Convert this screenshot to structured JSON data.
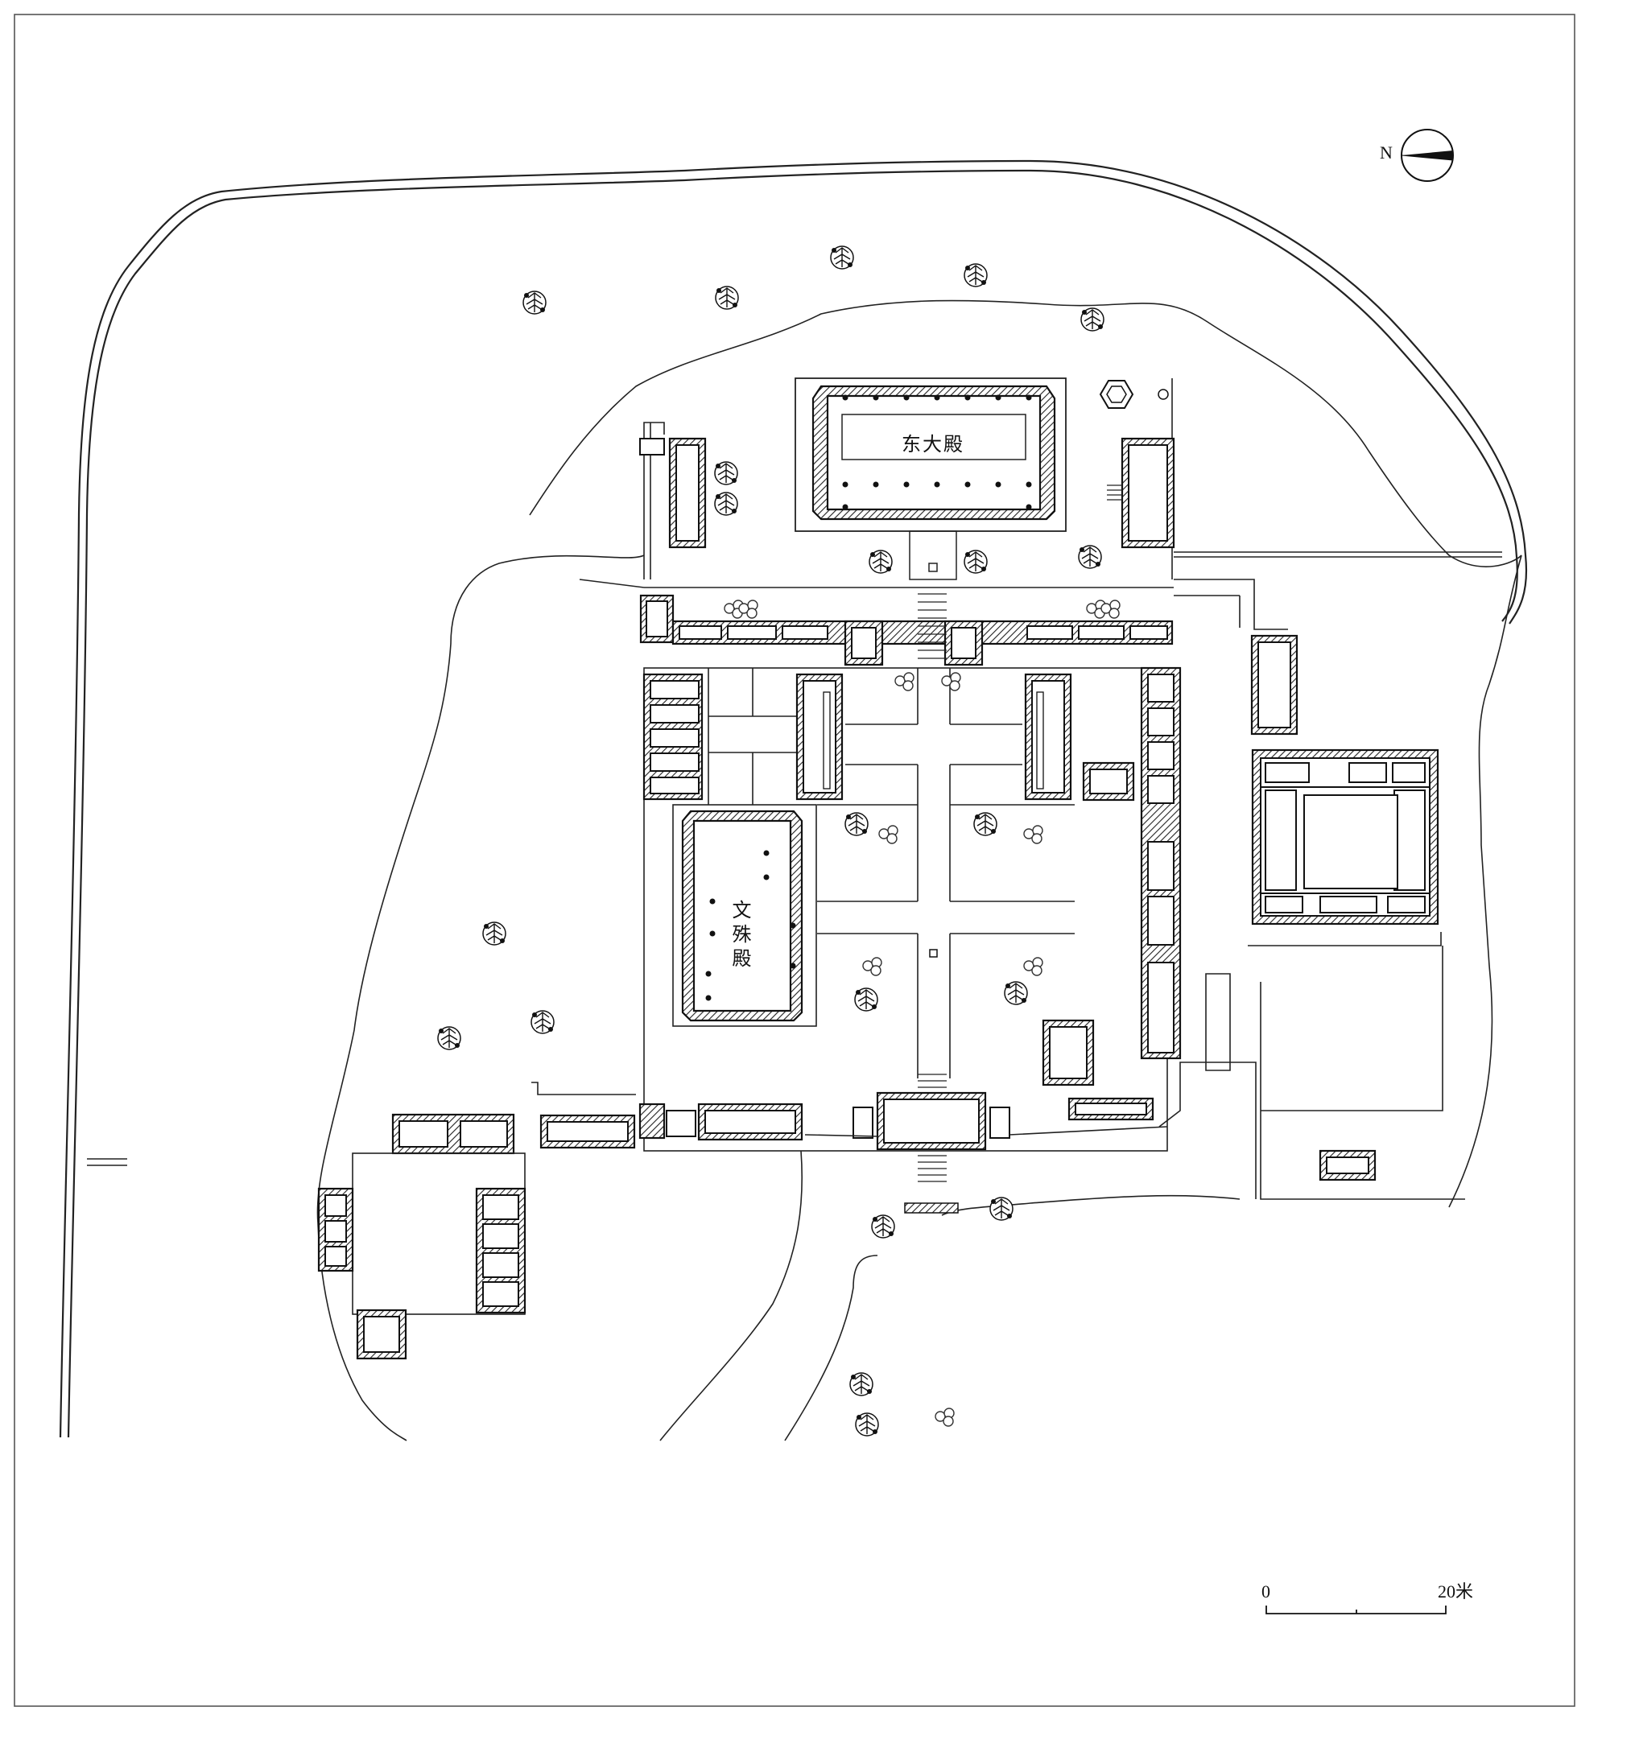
{
  "plan": {
    "halls": {
      "east_hall_name": "东大殿",
      "manjusri_hall_name": "文殊殿"
    },
    "compass": {
      "north_letter": "N"
    },
    "scale_bar": {
      "start_label": "0",
      "end_label": "20米"
    },
    "icons": {
      "north_arrow": "compass-icon",
      "tree": "tree-icon",
      "shrub": "shrub-icon"
    }
  }
}
